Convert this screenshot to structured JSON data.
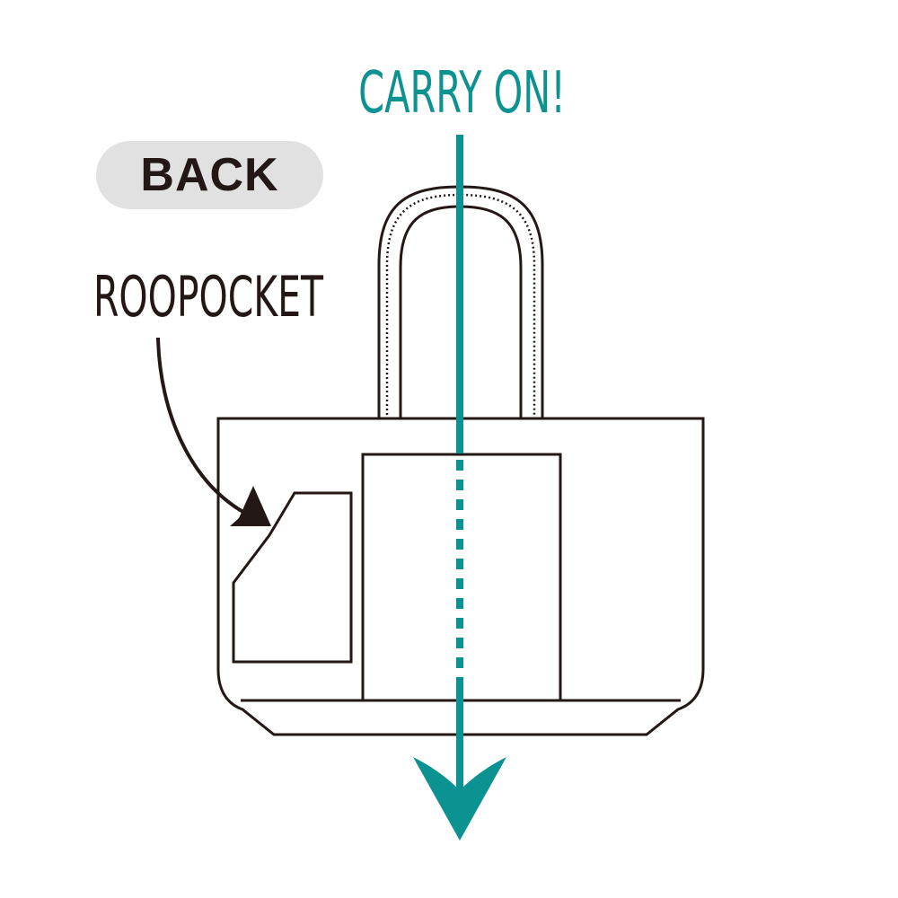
{
  "labels": {
    "back": "BACK",
    "carry": "CARRY ON!",
    "pocket": "ROOPOCKET"
  },
  "colors": {
    "ink": "#231815",
    "accent": "#0c9290",
    "pill": "#e1e1e1",
    "background": "#ffffff"
  }
}
